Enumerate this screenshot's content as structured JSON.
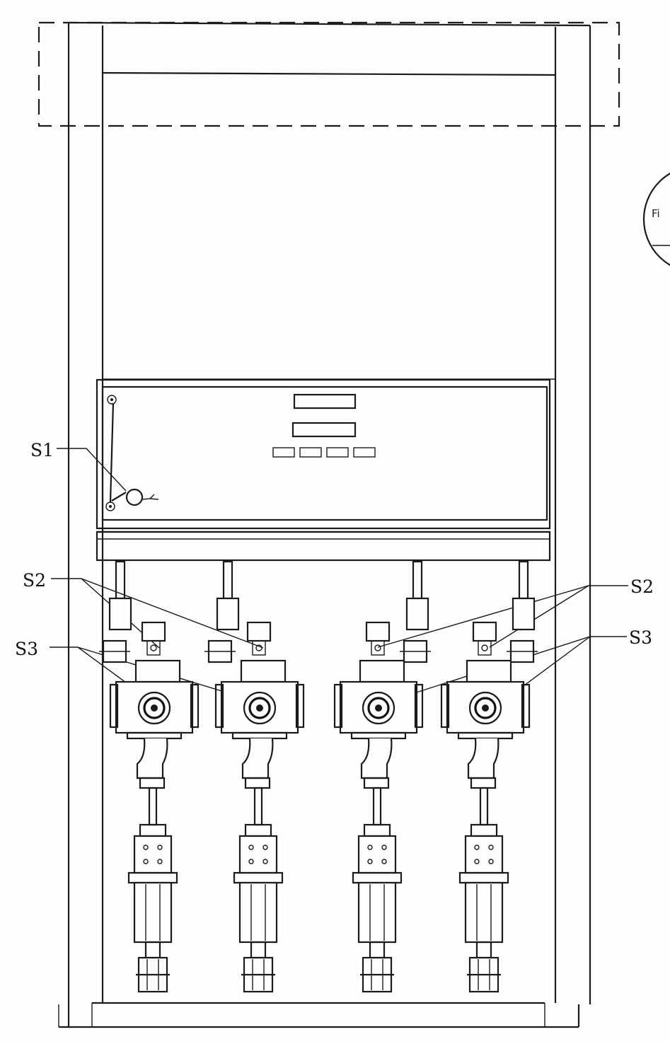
{
  "labels": {
    "s1": "S1",
    "s2_left": "S2",
    "s2_right": "S2",
    "s3_left": "S3",
    "s3_right": "S3"
  },
  "figure_tag": "Fi",
  "dispenser_count": 4,
  "colors": {
    "ink": "#1a1a1a",
    "paper": "#fdfdfb"
  }
}
